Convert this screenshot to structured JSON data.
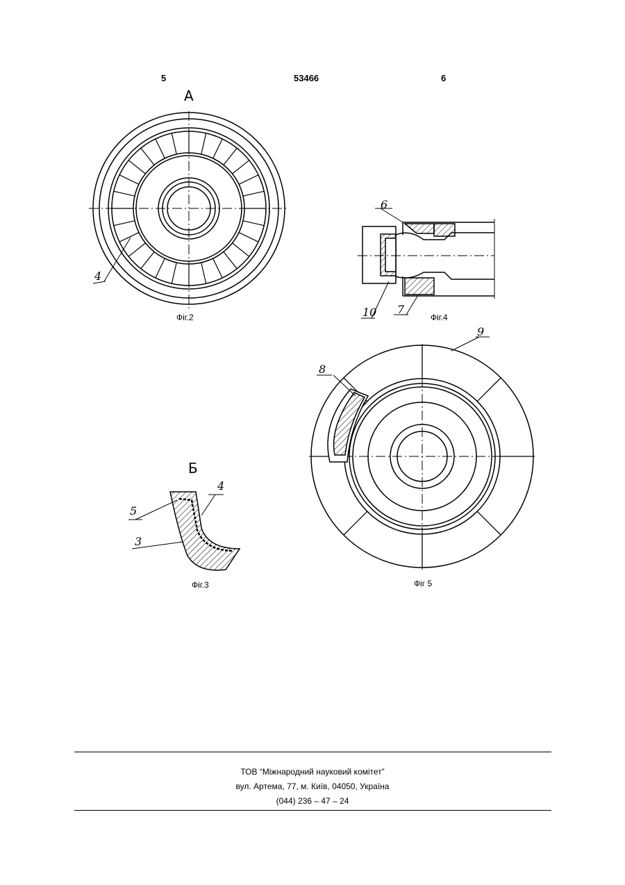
{
  "header": {
    "left_page": "5",
    "patent_number": "53466",
    "right_page": "6"
  },
  "figures": {
    "fig2": {
      "caption": "Фіг.2",
      "view_label": "А",
      "refs": [
        "4"
      ]
    },
    "fig3": {
      "caption": "Фіг.3",
      "view_label": "Б",
      "refs": [
        "5",
        "4",
        "3"
      ]
    },
    "fig4": {
      "caption": "Фіг.4",
      "refs": [
        "6",
        "10",
        "7"
      ]
    },
    "fig5": {
      "caption": "Фіг 5",
      "refs": [
        "9",
        "8"
      ]
    }
  },
  "footer": {
    "line1": "ТОВ “Міжнародний науковий комітет”",
    "line2": "вул. Артема, 77, м. Київ, 04050, Україна",
    "line3": "(044) 236 – 47 – 24"
  }
}
